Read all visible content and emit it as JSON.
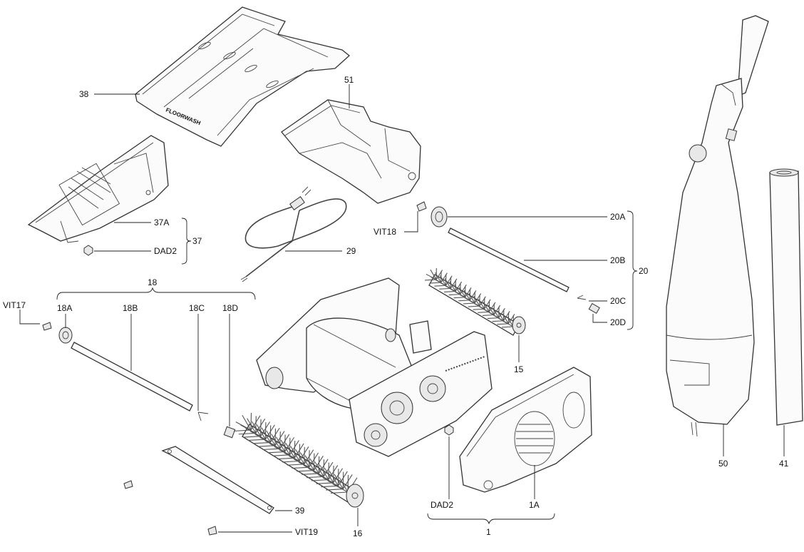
{
  "labels": {
    "l38": "38",
    "l51": "51",
    "l37A": "37A",
    "l37": "37",
    "lDAD2a": "DAD2",
    "l29": "29",
    "lVIT18": "VIT18",
    "l20A": "20A",
    "l20B": "20B",
    "l20C": "20C",
    "l20D": "20D",
    "l20": "20",
    "l18": "18",
    "lVIT17": "VIT17",
    "l18A": "18A",
    "l18B": "18B",
    "l18C": "18C",
    "l18D": "18D",
    "l15": "15",
    "l16": "16",
    "l39": "39",
    "lVIT19": "VIT19",
    "lDAD2b": "DAD2",
    "l1A": "1A",
    "l1": "1",
    "l50": "50",
    "l41": "41"
  },
  "logo_text": "FLOORWASH",
  "colors": {
    "line": "#222222",
    "fill": "#fbfbfb",
    "text": "#111111"
  }
}
